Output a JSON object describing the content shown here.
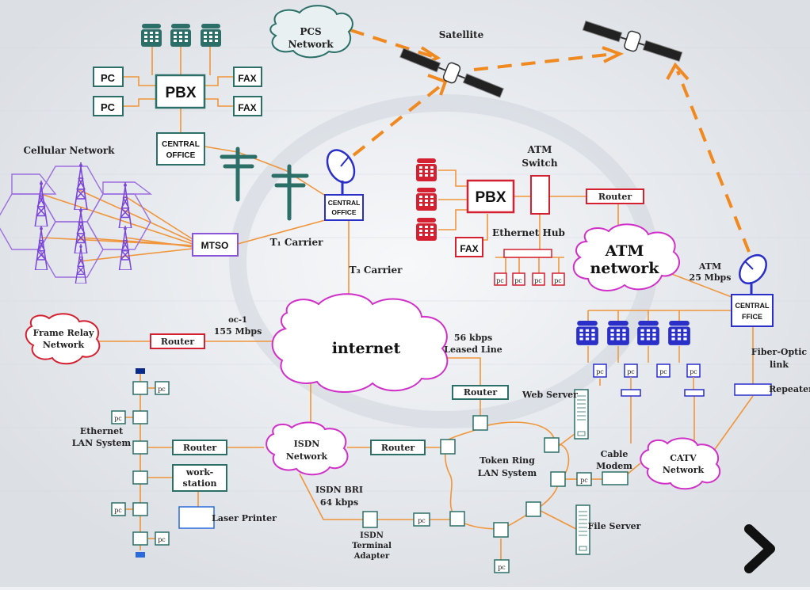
{
  "labels": {
    "pcs_network_1": "PCS",
    "pcs_network_2": "Network",
    "satellite": "Satellite",
    "pbx_left": "PBX",
    "pbx_right": "PBX",
    "pc": "PC",
    "fax": "FAX",
    "central_office_1": "CENTRAL",
    "central_office_2": "OFFICE",
    "cellular_network": "Cellular Network",
    "mtso": "MTSO",
    "t1_carrier": "T₁ Carrier",
    "t3_carrier": "T₃ Carrier",
    "atm_switch_1": "ATM",
    "atm_switch_2": "Switch",
    "router": "Router",
    "ethernet_hub": "Ethernet Hub",
    "pc_small": "pc",
    "atm_network_1": "ATM",
    "atm_network_2": "network",
    "atm_speed_1": "ATM",
    "atm_speed_2": "25 Mbps",
    "central_ffice_1": "CENTRAL",
    "central_ffice_2": "FFICE",
    "frame_relay_1": "Frame Relay",
    "frame_relay_2": "Network",
    "oc1_1": "oc-1",
    "oc1_2": "155 Mbps",
    "internet": "internet",
    "leased_line_1": "56 kbps",
    "leased_line_2": "Leased Line",
    "fiber_optic_1": "Fiber-Optic",
    "fiber_optic_2": "link",
    "repeater": "Repeater",
    "web_server": "Web Server",
    "ethernet_lan_1": "Ethernet",
    "ethernet_lan_2": "LAN System",
    "isdn_network_1": "ISDN",
    "isdn_network_2": "Network",
    "workstation_1": "work-",
    "workstation_2": "station",
    "laser_printer": "Laser Printer",
    "token_ring_1": "Token Ring",
    "token_ring_2": "LAN System",
    "cable_modem_1": "Cable",
    "cable_modem_2": "Modem",
    "catv_1": "CATV",
    "catv_2": "Network",
    "isdn_bri_1": "ISDN BRI",
    "isdn_bri_2": "64 kbps",
    "isdn_adapter_1": "ISDN",
    "isdn_adapter_2": "Terminal",
    "isdn_adapter_3": "Adapter",
    "file_server": "File Server"
  },
  "colors": {
    "link": "#f0953a",
    "teal": "#2c6f68",
    "red": "#d42030",
    "blue": "#2a2fc8",
    "purple": "#8a55d8",
    "magenta": "#d030c8",
    "satellite_link": "#f08a20"
  },
  "icons": {
    "next": "chevron-right-icon",
    "phone": "telephone-icon",
    "satellite": "satellite-icon",
    "dish": "satellite-dish-icon",
    "pole": "telephone-pole-icon",
    "tower": "cell-tower-icon",
    "server": "server-icon"
  }
}
